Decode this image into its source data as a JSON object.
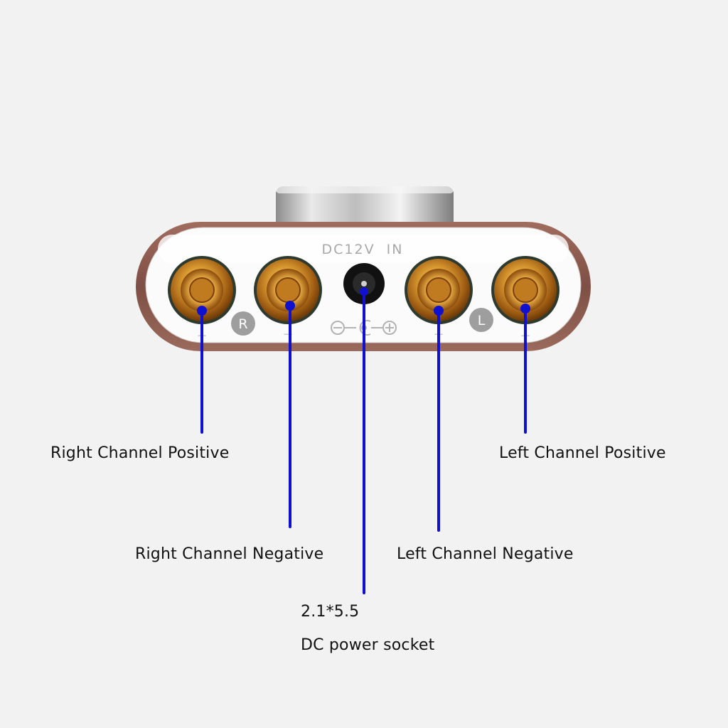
{
  "device": {
    "panel_text": "DC12V  IN",
    "right_badge": "R",
    "left_badge": "L",
    "minus_sign": "−",
    "plus_sign": "+",
    "body_color": "#8a5a4e",
    "panel_color": "#f7f7f7",
    "terminal_color": "#c98b2c",
    "knob_color": "#cfcfcf"
  },
  "callouts": {
    "color": "#1010d0",
    "right_channel_positive": "Right Channel Positive",
    "right_channel_negative": "Right Channel Negative",
    "dc_size": "2.1*5.5",
    "dc_socket": "DC power socket",
    "left_channel_negative": "Left Channel Negative",
    "left_channel_positive": "Left Channel Positive"
  },
  "icons": [
    "terminal-icon",
    "dc-socket-icon",
    "polarity-icon"
  ]
}
